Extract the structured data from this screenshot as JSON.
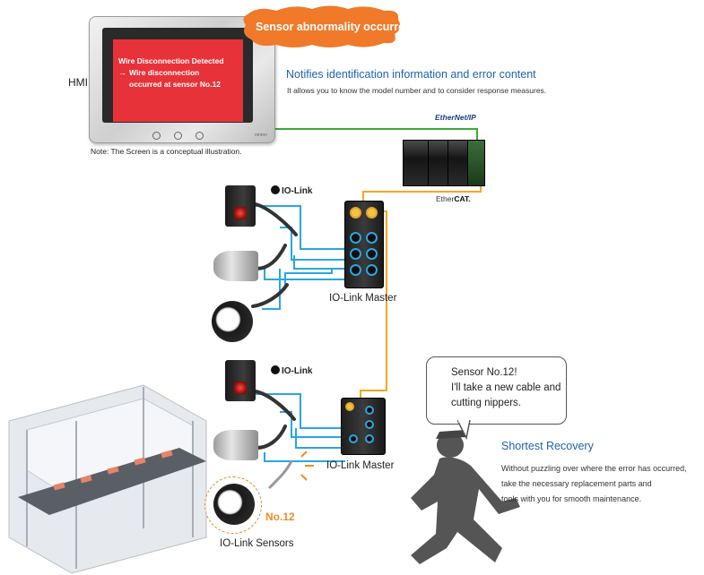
{
  "hmi": {
    "label": "HMI",
    "screen_line1": "Wire Disconnection Detected",
    "screen_arrow": "→",
    "screen_line2": "Wire disconnection",
    "screen_line3": "occurred at sensor No.12",
    "brand": "omron",
    "note": "Note: The Screen is a conceptual illustration."
  },
  "alert": {
    "text": "Sensor abnormality occurred."
  },
  "notify": {
    "title": "Notifies identification information and error content",
    "body": "It allows you to know the model number and to consider response measures."
  },
  "network": {
    "ethernet_ip": "EtherNet/IP",
    "ethercat_prefix": "Ether",
    "ethercat_suffix": "CAT."
  },
  "iolink_logo": "IO-Link",
  "master_label_top": "IO-Link Master",
  "master_label_bottom": "IO-Link Master",
  "sensors_label": "IO-Link Sensors",
  "sensor_no": "No.12",
  "speech": {
    "line1": "Sensor No.12!",
    "line2": "I'll take a new cable and",
    "line3": "cutting nippers."
  },
  "recovery": {
    "title": "Shortest Recovery",
    "line1": "Without puzzling over where the error has occurred,",
    "line2": "take the necessary replacement parts and",
    "line3": "tools with you for smooth maintenance."
  },
  "colors": {
    "cable_blue": "#2aa6e0",
    "cable_orange": "#f5a623",
    "cable_green": "#3aaa35",
    "accent_blue": "#1d63b0",
    "alert_orange": "#f07a2a",
    "hmi_red": "#e8323a",
    "highlight_orange": "#f08a24"
  }
}
